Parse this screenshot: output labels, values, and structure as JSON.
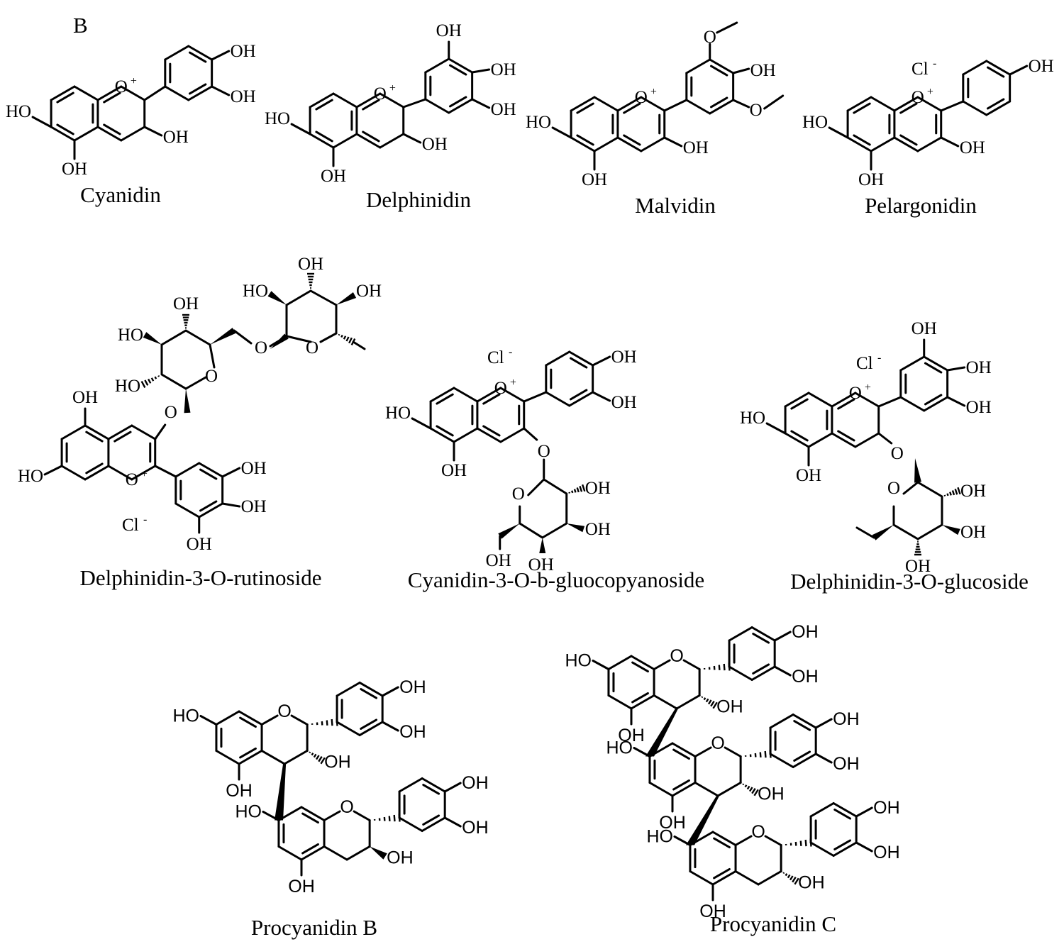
{
  "panel_label": "B",
  "labels": {
    "oh": "OH",
    "ho": "HO",
    "o": "O",
    "o_plus": "O",
    "plus": "+",
    "cl": "Cl",
    "minus": "-"
  },
  "compounds": [
    {
      "name": "Cyanidin"
    },
    {
      "name": "Delphinidin"
    },
    {
      "name": "Malvidin"
    },
    {
      "name": "Pelargonidin"
    },
    {
      "name": "Delphinidin-3-O-rutinoside"
    },
    {
      "name": "Cyanidin-3-O-b-gluocopyanoside"
    },
    {
      "name": "Delphinidin-3-O-glucoside"
    },
    {
      "name": "Procyanidin B"
    },
    {
      "name": "Procyanidin C"
    }
  ]
}
